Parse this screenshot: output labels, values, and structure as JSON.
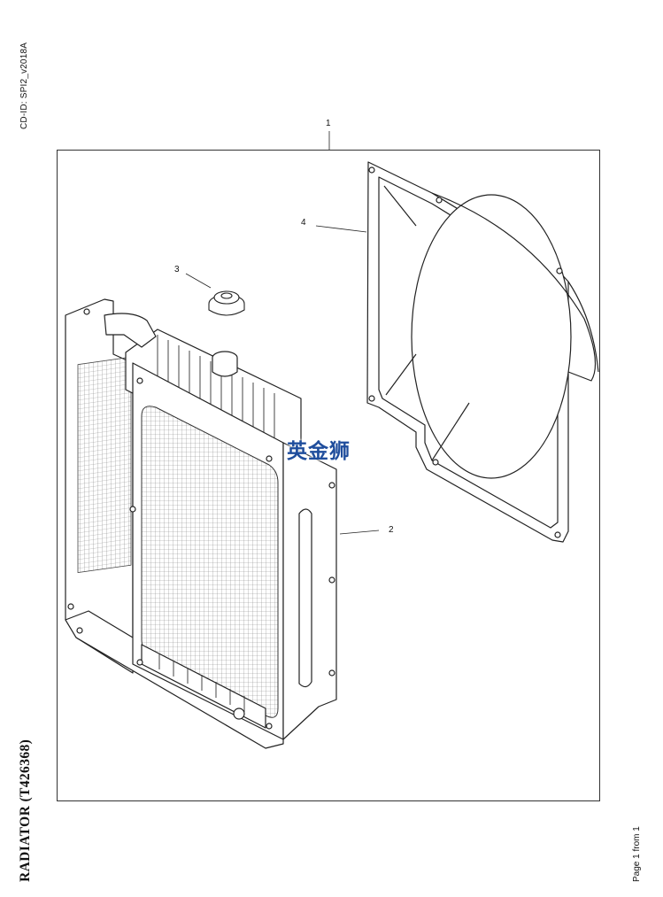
{
  "header": {
    "cd_id": "CD-ID: SPI2_v2018A"
  },
  "document": {
    "title": "RADIATOR (T426368)",
    "page": "Page 1 from 1"
  },
  "callouts": {
    "c1": "1",
    "c2": "2",
    "c3": "3",
    "c4": "4"
  },
  "watermark": {
    "text": "英金狮",
    "color": "#1f4d9c"
  },
  "illustration": {
    "parts": [
      {
        "ref": "1",
        "name": "radiator assembly"
      },
      {
        "ref": "2",
        "name": "radiator"
      },
      {
        "ref": "3",
        "name": "radiator cap"
      },
      {
        "ref": "4",
        "name": "fan shroud"
      }
    ]
  }
}
